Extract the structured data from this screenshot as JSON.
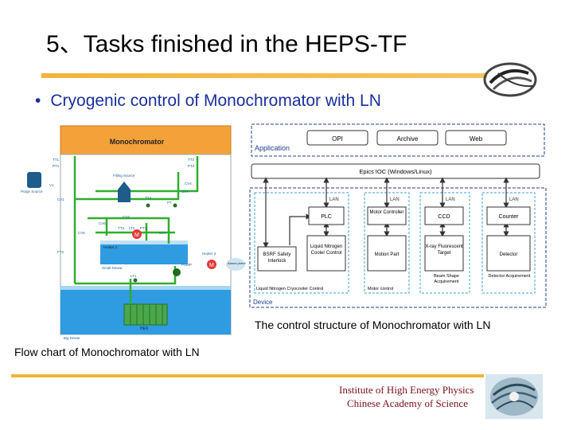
{
  "slide": {
    "title": "5、Tasks finished in the HEPS-TF",
    "bullet": "Cryogenic control of Monochromator with LN",
    "caption_right": "The control structure of Monochromator with LN",
    "caption_left": "Flow chart of Monochromator with LN",
    "footer_line1": "Institute of High Energy Physics",
    "footer_line2": "Chinese Academy of Science"
  },
  "flow_chart": {
    "header": "Monochromator",
    "tt1": "TT1",
    "pt1": "PT1",
    "tt2": "TT2",
    "pt2": "PT2",
    "purge_source": "Purge Source",
    "filling_source": "Filling Source",
    "v1": "V1",
    "cv1": "CV1",
    "cv4": "CV4",
    "cv7_top": "CV7",
    "tt4": "TT4",
    "pt": "PT",
    "cv6": "CV6",
    "cv3": "CV3",
    "cv5": "CV5",
    "tt3": "TT3",
    "lt2": "LT2",
    "pt3": "PT3",
    "cv7": "CV7",
    "ft2": "FT2",
    "heater1": "Heater 1",
    "heater2": "Heater 2",
    "atmosphere": "Atmos phere",
    "small_dewar": "Small Dewar",
    "pump": "PUMP",
    "lt1": "LT1",
    "hex": "HEX",
    "big_dewar": "Big Dewar",
    "motor_m": "M"
  },
  "control": {
    "application": "Application",
    "opi": "OPI",
    "archive": "Archive",
    "web": "Web",
    "ioc": "Epics IOC (Windows/Linux)",
    "lan": "LAN",
    "plc": "PLC",
    "motor_controller": "Motor Controller",
    "ccd": "CCD",
    "counter": "Counter",
    "bsrf_safety": "BSRF Safety Interlock",
    "ln_cooler": "Liquid Nitrogen Cooler Control",
    "motion_part": "Motion Part",
    "xray_target": "X-ray Fluorescent Target",
    "detector": "Detector",
    "ln_cryo": "Liquid Nitrogen Cryocooler Control",
    "motor_control": "Motor control",
    "beam_shape": "Beam Shape Acquirement",
    "detector_acq": "Detector Acquirement",
    "device": "Device"
  }
}
